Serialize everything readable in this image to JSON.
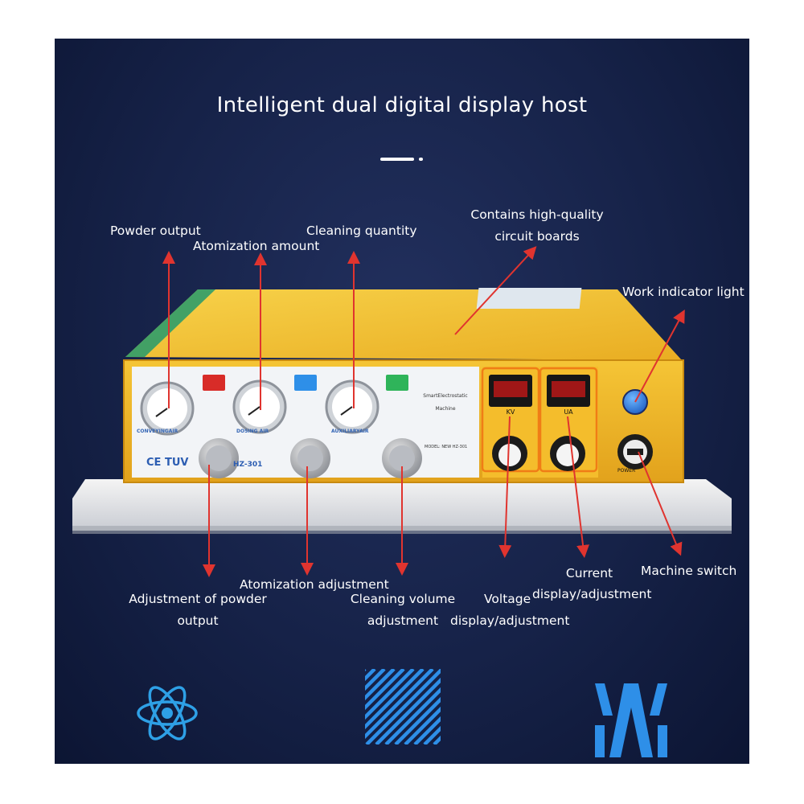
{
  "title": "Intelligent dual digital display host",
  "labels": {
    "powder_output": "Powder output",
    "atomization_amount": "Atomization amount",
    "cleaning_quantity": "Cleaning quantity",
    "circuit_boards": [
      "Contains high-quality",
      "circuit boards"
    ],
    "work_indicator": "Work indicator light",
    "adjustment_powder_output": [
      "Adjustment of powder",
      "output"
    ],
    "atomization_adjustment": "Atomization adjustment",
    "cleaning_volume_adjustment": [
      "Cleaning volume",
      "adjustment"
    ],
    "voltage": [
      "Voltage",
      "display/adjustment"
    ],
    "current": [
      "Current",
      "display/adjustment"
    ],
    "machine_switch": "Machine switch"
  },
  "machine": {
    "gauge_labels": [
      "CONVEYINGAIR",
      "DOSING AIR",
      "AUXILIARYAIR"
    ],
    "brand": "CE TUV",
    "model": "HZ-301",
    "name_plate": [
      "SmartElectrostatic",
      "Machine"
    ],
    "model_line": "MODEL: NEW  HZ-301",
    "display_kv": "KV",
    "display_ua": "UA",
    "power_label": "POWER"
  },
  "colors": {
    "background": "#162248",
    "arrow": "#e0342f",
    "machine_body": "#f2be2e",
    "accent_blue": "#2e8fe8"
  },
  "icons": [
    "atom-icon",
    "diagonal-stripes-icon",
    "stylized-a-icon"
  ]
}
